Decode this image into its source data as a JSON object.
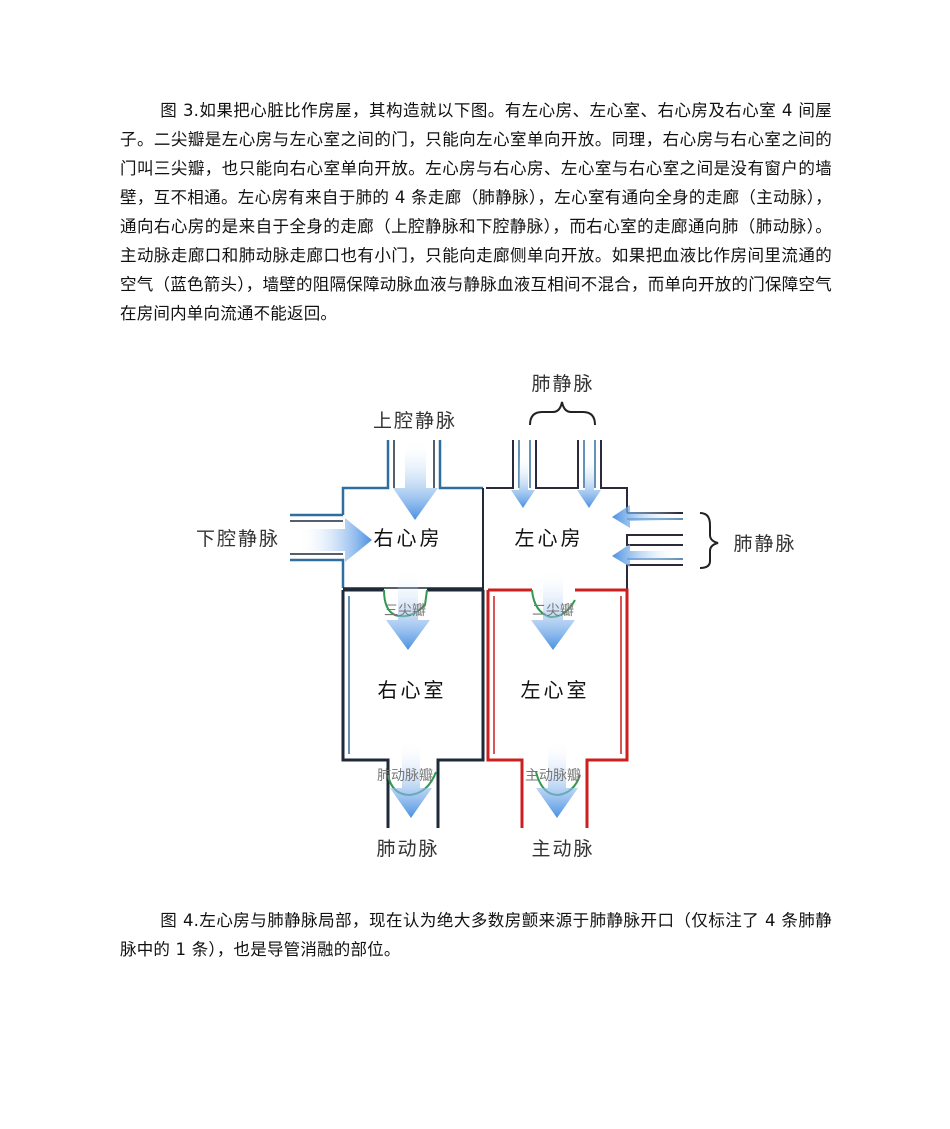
{
  "paragraphs": {
    "p1": "图 3.如果把心脏比作房屋，其构造就以下图。有左心房、左心室、右心房及右心室 4 间屋子。二尖瓣是左心房与左心室之间的门，只能向左心室单向开放。同理，右心房与右心室之间的门叫三尖瓣，也只能向右心室单向开放。左心房与右心房、左心室与右心室之间是没有窗户的墙壁，互不相通。左心房有来自于肺的 4 条走廊（肺静脉），左心室有通向全身的走廊（主动脉），通向右心房的是来自于全身的走廊（上腔静脉和下腔静脉），而右心室的走廊通向肺（肺动脉）。主动脉走廊口和肺动脉走廊口也有小门，只能向走廊侧单向开放。如果把血液比作房间里流通的空气（蓝色箭头），墙壁的阻隔保障动脉血液与静脉血液互相间不混合，而单向开放的门保障空气在房间内单向流通不能返回。",
    "p2": "图 4.左心房与肺静脉局部，现在认为绝大多数房颤来源于肺静脉开口（仅标注了 4 条肺静脉中的 1 条），也是导管消融的部位。"
  },
  "diagram": {
    "labels": {
      "superior_vena_cava": "上腔静脉",
      "inferior_vena_cava": "下腔静脉",
      "pulmonary_veins_top": "肺静脉",
      "pulmonary_veins_right": "肺静脉",
      "pulmonary_artery": "肺动脉",
      "aorta": "主动脉"
    },
    "rooms": {
      "right_atrium": "右心房",
      "left_atrium": "左心房",
      "right_ventricle": "右心室",
      "left_ventricle": "左心室"
    },
    "valves": {
      "tricuspid": "三尖瓣",
      "mitral": "二尖瓣",
      "pulmonary": "肺动脉瓣",
      "aortic": "主动脉瓣"
    },
    "colors": {
      "vein_blue": "#2f6f9f",
      "wall_dark": "#1e2a3a",
      "artery_red": "#cc1f1f",
      "valve_green": "#2f9a4f",
      "arrow_blue": "#4a90e2"
    }
  }
}
